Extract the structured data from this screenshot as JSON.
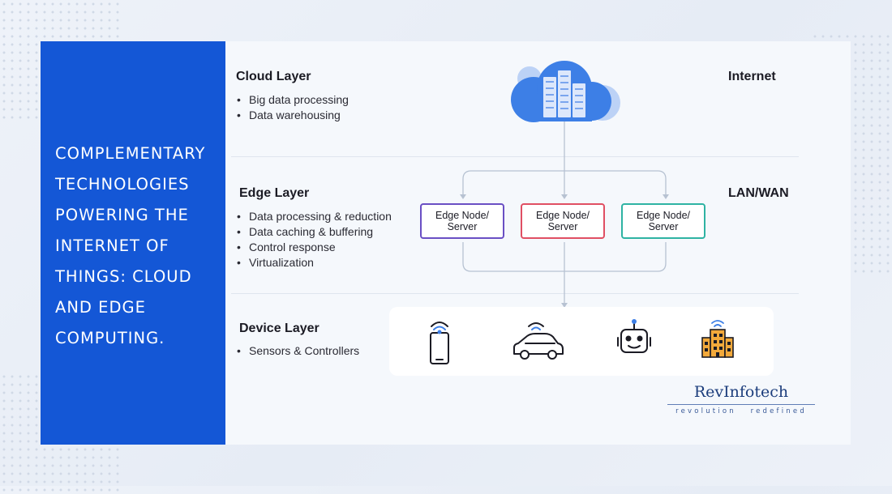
{
  "side_panel": {
    "title": "COMPLEMENTARY TECHNOLOGIES POWERING THE INTERNET OF THINGS: CLOUD AND EDGE COMPUTING."
  },
  "layers": {
    "cloud": {
      "title": "Cloud Layer",
      "bullets": [
        "Big data processing",
        "Data warehousing"
      ],
      "network": "Internet"
    },
    "edge": {
      "title": "Edge Layer",
      "bullets": [
        "Data processing & reduction",
        "Data caching & buffering",
        "Control response",
        "Virtualization"
      ],
      "network": "LAN/WAN",
      "nodes": [
        {
          "label": "Edge Node/ Server",
          "color": "#6a4fc4"
        },
        {
          "label": "Edge Node/ Server",
          "color": "#e04f63"
        },
        {
          "label": "Edge Node/ Server",
          "color": "#2fb3a3"
        }
      ]
    },
    "device": {
      "title": "Device Layer",
      "bullets": [
        "Sensors & Controllers"
      ],
      "icons": [
        "smartphone-icon",
        "car-icon",
        "robot-icon",
        "building-icon"
      ]
    }
  },
  "colors": {
    "accent_blue": "#1457d6",
    "cloud_blue": "#3d7fe6",
    "connector": "#b7c2d2"
  },
  "logo": {
    "name": "RevInfotech",
    "tagline": "revolution   redefined"
  }
}
